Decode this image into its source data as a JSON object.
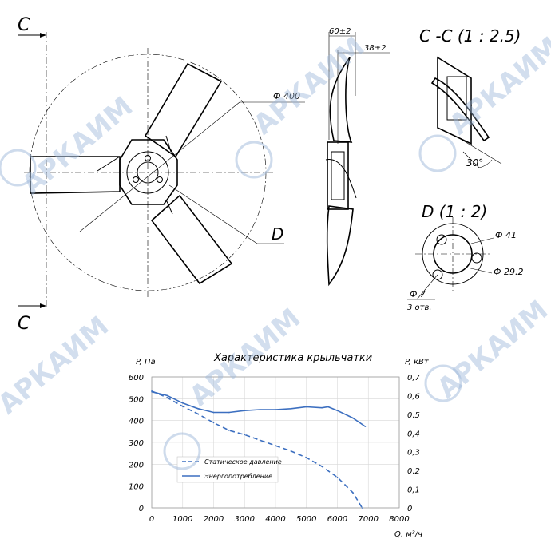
{
  "watermark": {
    "text": "АРКАИМ",
    "color": "#9db8da"
  },
  "main_view": {
    "section_mark_top": "C",
    "section_mark_bottom": "C",
    "diameter_label": "Ф 400",
    "detail_mark": "D"
  },
  "side_view": {
    "dim_overall": "60±2",
    "dim_hub": "38±2"
  },
  "section_cc": {
    "title": "С -С (1 : 2.5)",
    "angle_label": "30°"
  },
  "detail_d": {
    "title": "D (1 : 2)",
    "outer_diameter": "Ф 41",
    "bore_diameter": "Ф 29.2",
    "hole_diameter": "Ф 7",
    "hole_count": "3 отв."
  },
  "chart_data": {
    "type": "line",
    "title": "Характеристика крыльчатки",
    "ylabel_left": "P, Па",
    "ylabel_right": "P, кВт",
    "xlabel": "Q, м³/ч",
    "xlim": [
      0,
      8000
    ],
    "ylim_left": [
      0,
      600
    ],
    "ylim_right": [
      0,
      0.7
    ],
    "x_ticks": [
      "0",
      "1000",
      "2000",
      "3000",
      "4000",
      "5000",
      "6000",
      "7000",
      "8000"
    ],
    "y_ticks_left": [
      "0",
      "100",
      "200",
      "300",
      "400",
      "500",
      "600"
    ],
    "y_ticks_right": [
      "0",
      "0,1",
      "0,2",
      "0,3",
      "0,4",
      "0,5",
      "0,6",
      "0,7"
    ],
    "legend_position": "bottom-left",
    "series": [
      {
        "name": "Статическое давление",
        "axis": "left",
        "style": "dashed",
        "color": "#3c6fc0",
        "x": [
          0,
          500,
          1000,
          1500,
          2000,
          2500,
          3000,
          3500,
          4000,
          4500,
          5000,
          5500,
          6000,
          6500,
          6800
        ],
        "y": [
          535,
          505,
          465,
          430,
          390,
          355,
          335,
          310,
          285,
          260,
          230,
          190,
          140,
          70,
          0
        ]
      },
      {
        "name": "Энергопотребление",
        "axis": "right",
        "style": "solid",
        "color": "#3c6fc0",
        "x": [
          0,
          500,
          1000,
          1500,
          2000,
          2500,
          3000,
          3500,
          4000,
          4500,
          5000,
          5500,
          5700,
          6000,
          6500,
          6900
        ],
        "y": [
          0.62,
          0.6,
          0.56,
          0.53,
          0.51,
          0.51,
          0.52,
          0.525,
          0.525,
          0.53,
          0.54,
          0.535,
          0.54,
          0.52,
          0.48,
          0.435
        ]
      }
    ]
  }
}
